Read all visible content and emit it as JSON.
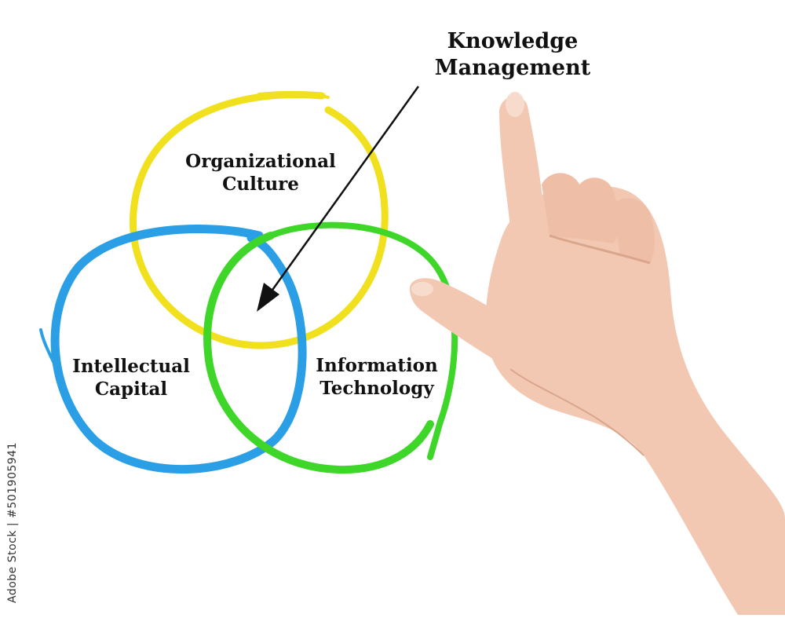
{
  "diagram": {
    "title": [
      "Knowledge",
      "Management"
    ],
    "circles": [
      {
        "id": "organizational-culture",
        "lines": [
          "Organizational",
          "Culture"
        ],
        "color": "#f0e01e"
      },
      {
        "id": "intellectual-capital",
        "lines": [
          "Intellectual",
          "Capital"
        ],
        "color": "#2a9fe6"
      },
      {
        "id": "information-technology",
        "lines": [
          "Information",
          "Technology"
        ],
        "color": "#3fd62a"
      }
    ]
  },
  "watermark": {
    "stock_id": "Adobe Stock | #501905941"
  },
  "colors": {
    "arrow": "#111111",
    "skin": "#f2c8b2",
    "skin_shadow": "#d9a68c"
  }
}
